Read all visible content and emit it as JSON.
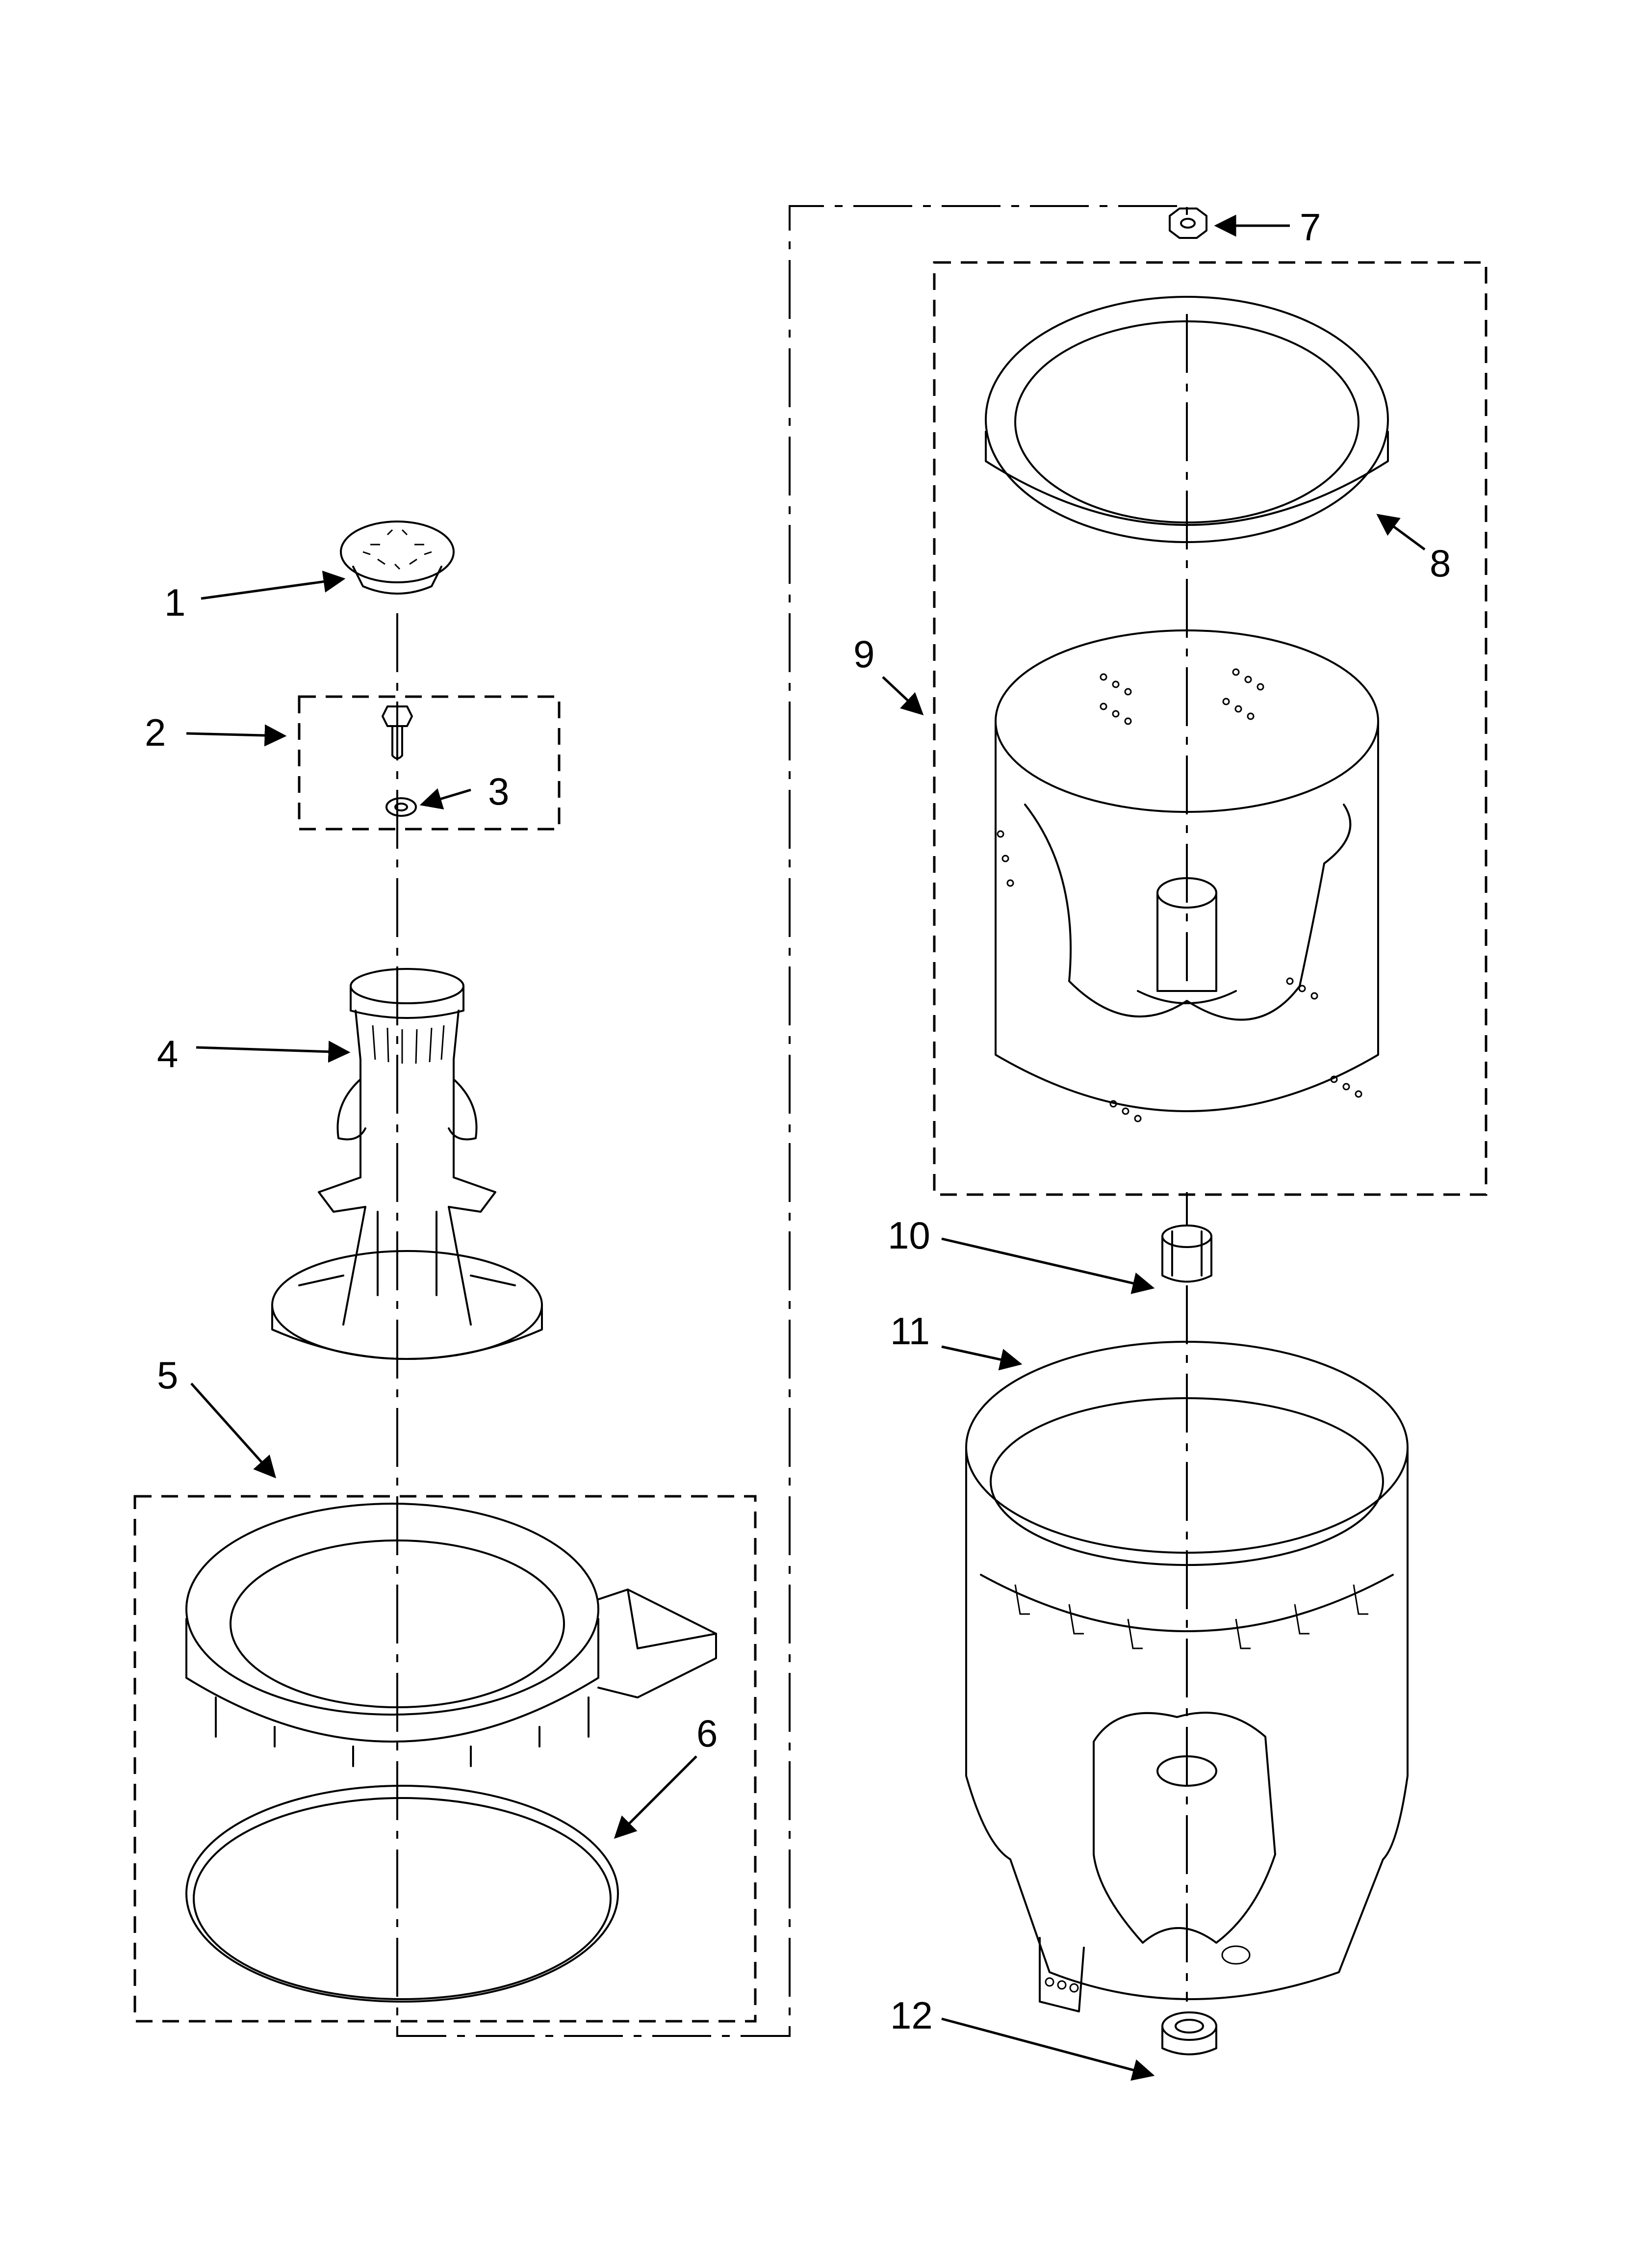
{
  "callouts": [
    {
      "id": "1",
      "part": "agitator-cap"
    },
    {
      "id": "2",
      "part": "agitator-bolt-kit"
    },
    {
      "id": "3",
      "part": "washer"
    },
    {
      "id": "4",
      "part": "agitator"
    },
    {
      "id": "5",
      "part": "tub-ring-assembly"
    },
    {
      "id": "6",
      "part": "tub-ring-seal"
    },
    {
      "id": "7",
      "part": "drive-nut"
    },
    {
      "id": "8",
      "part": "balance-ring"
    },
    {
      "id": "9",
      "part": "basket-assembly"
    },
    {
      "id": "10",
      "part": "hub"
    },
    {
      "id": "11",
      "part": "outer-tub"
    },
    {
      "id": "12",
      "part": "grommet"
    }
  ]
}
